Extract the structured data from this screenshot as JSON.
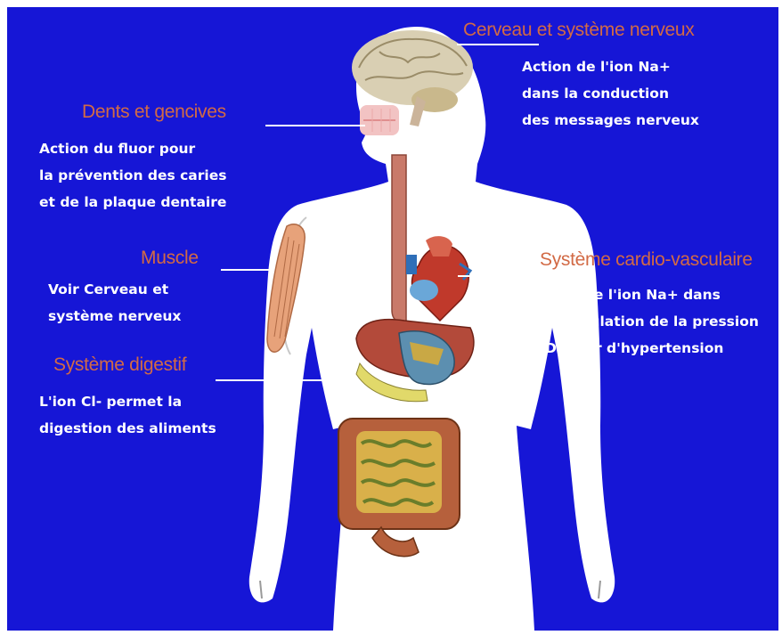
{
  "colors": {
    "background": "#1616d6",
    "title_text": "#d26a45",
    "description_text": "#ffffff",
    "body_fill": "#ffffff"
  },
  "labels": {
    "brain": {
      "title": "Cerveau et système nerveux",
      "lines": [
        "Action de l'ion Na+",
        "dans la conduction",
        "des messages nerveux"
      ]
    },
    "teeth": {
      "title": "Dents et gencives",
      "lines": [
        "Action du fluor pour",
        "la prévention des caries",
        "et de la plaque dentaire"
      ]
    },
    "muscle": {
      "title": "Muscle",
      "lines": [
        "Voir Cerveau et",
        "système nerveux"
      ]
    },
    "digestive": {
      "title": "Système digestif",
      "lines": [
        "L'ion Cl- permet la",
        "digestion des aliments"
      ]
    },
    "cardio": {
      "title": "Système cardio-vasculaire",
      "lines": [
        "Rôle de l'ion Na+ dans",
        "la régulation de la pression",
        "Danger d'hypertension"
      ]
    }
  }
}
